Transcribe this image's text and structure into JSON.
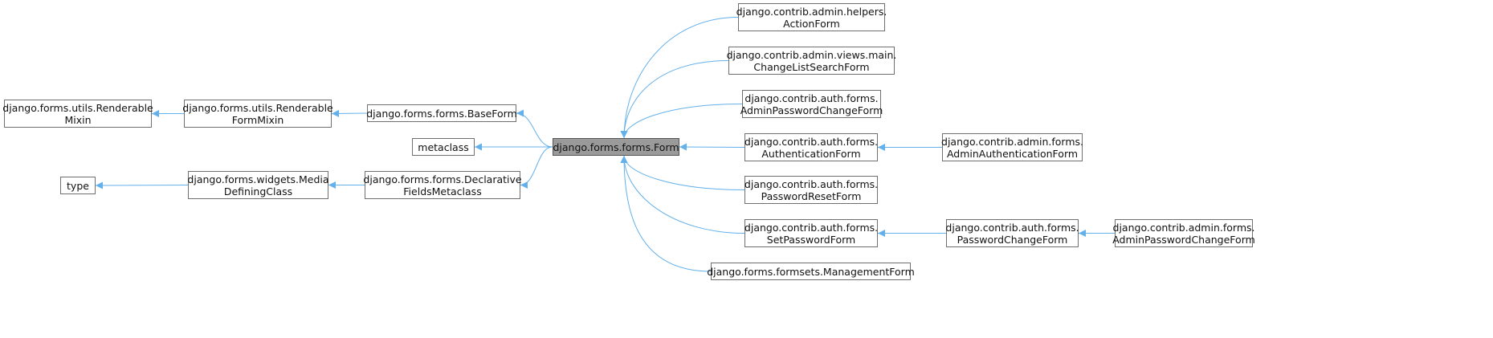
{
  "diagram": {
    "edge_color": "#63b0ea",
    "current_fill": "#9a9a9a",
    "nodes": [
      {
        "id": "renderable-mixin",
        "lines": [
          "django.forms.utils.Renderable",
          "Mixin"
        ]
      },
      {
        "id": "renderable-form-mixin",
        "lines": [
          "django.forms.utils.Renderable",
          "FormMixin"
        ]
      },
      {
        "id": "base-form",
        "lines": [
          "django.forms.forms.BaseForm"
        ]
      },
      {
        "id": "metaclass",
        "lines": [
          "metaclass"
        ]
      },
      {
        "id": "form",
        "lines": [
          "django.forms.forms.Form"
        ],
        "current": true
      },
      {
        "id": "type",
        "lines": [
          "type"
        ]
      },
      {
        "id": "media-defining-class",
        "lines": [
          "django.forms.widgets.Media",
          "DefiningClass"
        ]
      },
      {
        "id": "declarative-fields-metaclass",
        "lines": [
          "django.forms.forms.Declarative",
          "FieldsMetaclass"
        ]
      },
      {
        "id": "action-form",
        "lines": [
          "django.contrib.admin.helpers.",
          "ActionForm"
        ]
      },
      {
        "id": "change-list-search-form",
        "lines": [
          "django.contrib.admin.views.main.",
          "ChangeListSearchForm"
        ]
      },
      {
        "id": "admin-password-change-form-auth",
        "lines": [
          "django.contrib.auth.forms.",
          "AdminPasswordChangeForm"
        ]
      },
      {
        "id": "authentication-form",
        "lines": [
          "django.contrib.auth.forms.",
          "AuthenticationForm"
        ]
      },
      {
        "id": "password-reset-form",
        "lines": [
          "django.contrib.auth.forms.",
          "PasswordResetForm"
        ]
      },
      {
        "id": "set-password-form",
        "lines": [
          "django.contrib.auth.forms.",
          "SetPasswordForm"
        ]
      },
      {
        "id": "management-form",
        "lines": [
          "django.forms.formsets.ManagementForm"
        ]
      },
      {
        "id": "admin-authentication-form",
        "lines": [
          "django.contrib.admin.forms.",
          "AdminAuthenticationForm"
        ]
      },
      {
        "id": "password-change-form",
        "lines": [
          "django.contrib.auth.forms.",
          "PasswordChangeForm"
        ]
      },
      {
        "id": "admin-password-change-form-admin",
        "lines": [
          "django.contrib.admin.forms.",
          "AdminPasswordChangeForm"
        ]
      }
    ],
    "edges": [
      {
        "from": "renderable-form-mixin",
        "to": "renderable-mixin"
      },
      {
        "from": "base-form",
        "to": "renderable-form-mixin"
      },
      {
        "from": "form",
        "to": "base-form"
      },
      {
        "from": "form",
        "to": "metaclass"
      },
      {
        "from": "form",
        "to": "declarative-fields-metaclass"
      },
      {
        "from": "declarative-fields-metaclass",
        "to": "media-defining-class"
      },
      {
        "from": "media-defining-class",
        "to": "type"
      },
      {
        "from": "action-form",
        "to": "form"
      },
      {
        "from": "change-list-search-form",
        "to": "form"
      },
      {
        "from": "admin-password-change-form-auth",
        "to": "form"
      },
      {
        "from": "authentication-form",
        "to": "form"
      },
      {
        "from": "password-reset-form",
        "to": "form"
      },
      {
        "from": "set-password-form",
        "to": "form"
      },
      {
        "from": "management-form",
        "to": "form"
      },
      {
        "from": "admin-authentication-form",
        "to": "authentication-form"
      },
      {
        "from": "password-change-form",
        "to": "set-password-form"
      },
      {
        "from": "admin-password-change-form-admin",
        "to": "password-change-form"
      }
    ]
  }
}
